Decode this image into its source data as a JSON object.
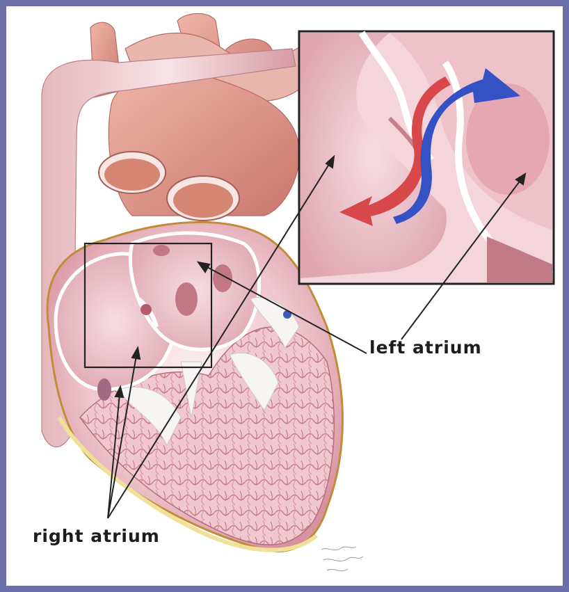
{
  "labels": {
    "left_atrium": "left atrium",
    "right_atrium": "right atrium"
  },
  "colors": {
    "frame": "#6b6fa8",
    "background": "#ffffff",
    "tissue_light": "#f2d6dc",
    "tissue_mid": "#e3aab4",
    "tissue_dark": "#b86a78",
    "vessel": "#d98f84",
    "oxygenated_arrow": "#d8474a",
    "deoxygenated_arrow": "#3552c4",
    "fat": "#f1e39a",
    "line": "#222222"
  },
  "icons": [
    "red-flow-arrow",
    "blue-flow-arrow",
    "pointer-arrow"
  ]
}
